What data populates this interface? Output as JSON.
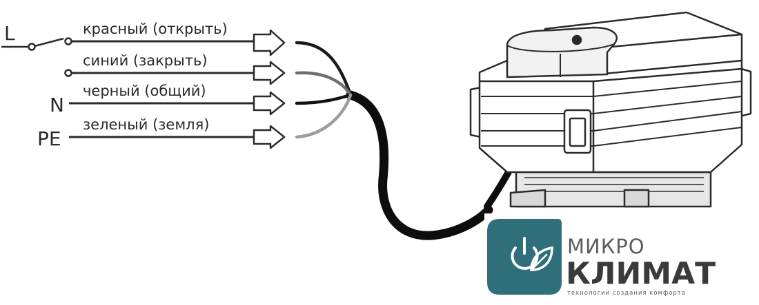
{
  "terminals": {
    "live": "L",
    "neutral": "N",
    "earth": "PE"
  },
  "wires": [
    {
      "label": "красный (открыть)",
      "color": "#1a1a1a"
    },
    {
      "label": "синий (закрыть)",
      "color": "#6e6e6e"
    },
    {
      "label": "черный (общий)",
      "color": "#111111"
    },
    {
      "label": "зеленый (земля)",
      "color": "#9c9c9c"
    }
  ],
  "cable_color": "#0d0d0d",
  "actuator_icon": "electric-valve-actuator-drawing",
  "logo": {
    "line1": "МИКРО",
    "line2": "КЛИМАТ",
    "tagline": "технологии создания комфорта",
    "badge_color": "#2e6f79",
    "icon": "power-leaf-icon"
  }
}
